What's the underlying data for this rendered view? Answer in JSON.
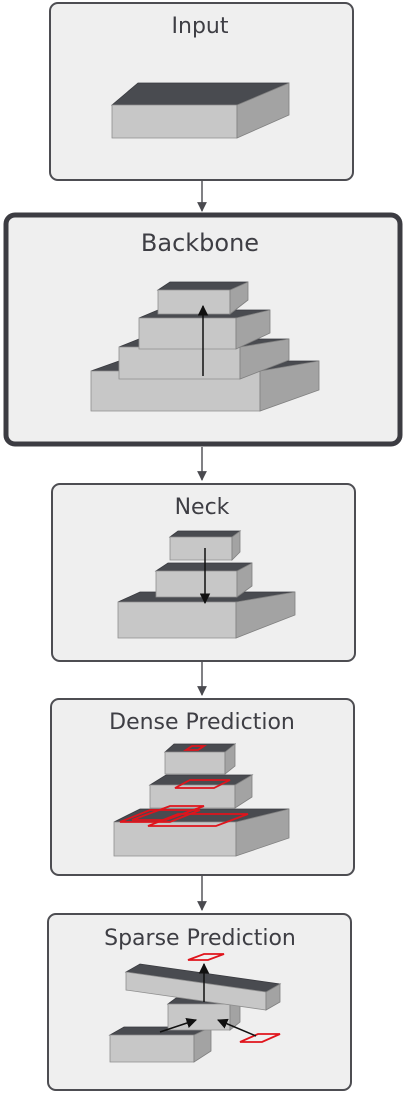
{
  "stages": [
    {
      "key": "input",
      "title": "Input"
    },
    {
      "key": "backbone",
      "title": "Backbone"
    },
    {
      "key": "neck",
      "title": "Neck"
    },
    {
      "key": "dense",
      "title": "Dense Prediction"
    },
    {
      "key": "sparse",
      "title": "Sparse Prediction"
    }
  ],
  "colors": {
    "box_fill": "#efefef",
    "box_stroke": "#4d4d52",
    "slab_top": "#494b50",
    "slab_front": "#c7c7c7",
    "slab_side": "#a3a3a3",
    "highlight": "#e0141c"
  }
}
